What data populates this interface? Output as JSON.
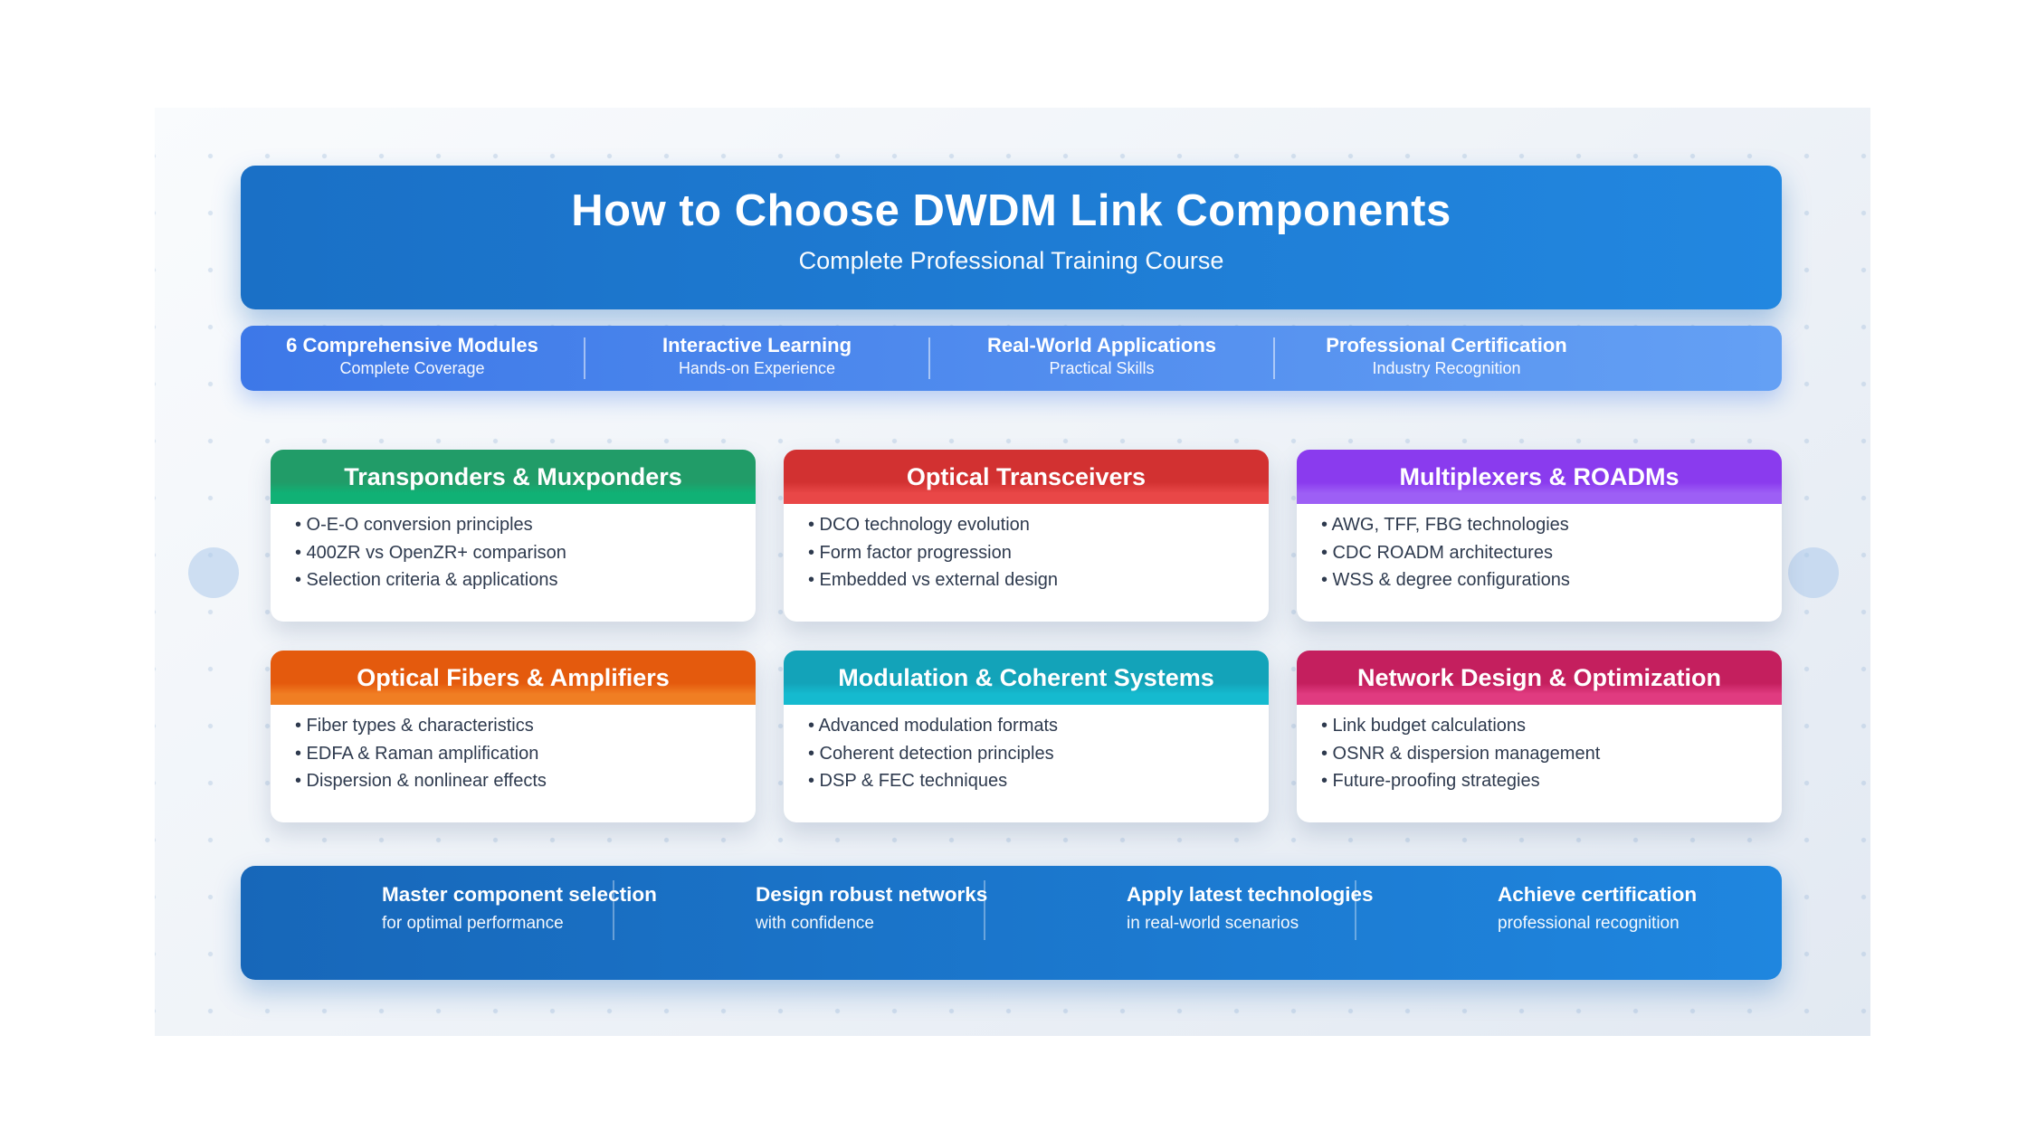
{
  "page": {
    "title": "How to Choose DWDM Link Components",
    "subtitle": "Complete Professional Training Course"
  },
  "highlights": [
    {
      "title": "6 Comprehensive Modules",
      "subtitle": "Complete Coverage"
    },
    {
      "title": "Interactive Learning",
      "subtitle": "Hands-on Experience"
    },
    {
      "title": "Real-World Applications",
      "subtitle": "Practical Skills"
    },
    {
      "title": "Professional Certification",
      "subtitle": "Industry Recognition"
    }
  ],
  "modules": [
    {
      "title": "Transponders & Muxponders",
      "accent_top": "#219c68",
      "accent_bottom": "#10b175",
      "topics": [
        "• O-E-O conversion principles",
        "• 400ZR vs OpenZR+ comparison",
        "• Selection criteria & applications"
      ]
    },
    {
      "title": "Optical Transceivers",
      "accent_top": "#d23131",
      "accent_bottom": "#e94747",
      "topics": [
        "• DCO technology evolution",
        "• Form factor progression",
        "• Embedded vs external design"
      ]
    },
    {
      "title": "Multiplexers & ROADMs",
      "accent_top": "#8a3bee",
      "accent_bottom": "#9d5ff5",
      "topics": [
        "• AWG, TFF, FBG technologies",
        "• CDC ROADM architectures",
        "• WSS & degree configurations"
      ]
    },
    {
      "title": "Optical Fibers & Amplifiers",
      "accent_top": "#e45a0d",
      "accent_bottom": "#f07e23",
      "topics": [
        "• Fiber types & characteristics",
        "• EDFA & Raman amplification",
        "• Dispersion & nonlinear effects"
      ]
    },
    {
      "title": "Modulation & Coherent Systems",
      "accent_top": "#13a3b9",
      "accent_bottom": "#15bacf",
      "topics": [
        "• Advanced modulation formats",
        "• Coherent detection principles",
        "• DSP & FEC techniques"
      ]
    },
    {
      "title": "Network Design & Optimization",
      "accent_top": "#c41f5e",
      "accent_bottom": "#e03b80",
      "topics": [
        "• Link budget calculations",
        "• OSNR & dispersion management",
        "• Future-proofing strategies"
      ]
    }
  ],
  "outcomes": [
    {
      "title": "Master component selection",
      "subtitle": "for optimal performance"
    },
    {
      "title": "Design robust networks",
      "subtitle": "with confidence"
    },
    {
      "title": "Apply latest technologies",
      "subtitle": "in real-world scenarios"
    },
    {
      "title": "Achieve certification",
      "subtitle": "professional recognition"
    }
  ],
  "colors": {
    "hero_gradient_left": "#1a70c6",
    "hero_gradient_right": "#2287e0",
    "highlights_gradient_left": "#3d78e8",
    "highlights_gradient_right": "#64a0f4",
    "outcomes_gradient_left": "#1767b9",
    "outcomes_gradient_right": "#1f86df",
    "body_text": "#2e3a4e"
  }
}
